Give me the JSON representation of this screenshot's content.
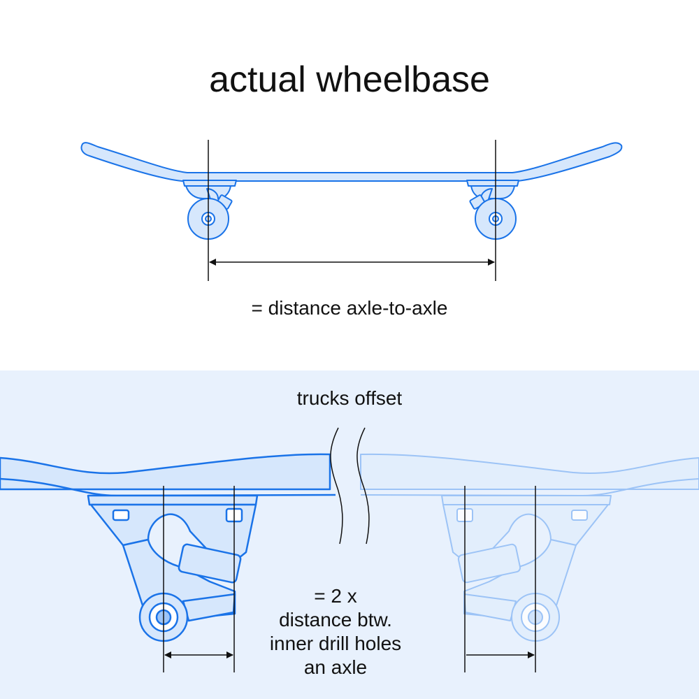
{
  "title": "actual wheelbase",
  "top_caption": "= distance axle-to-axle",
  "bottom_title": "trucks offset",
  "bottom_caption": [
    "= 2 x",
    "distance btw.",
    "inner drill holes",
    "an axle"
  ],
  "colors": {
    "stroke": "#1a73e8",
    "fill": "#cfe2fb",
    "bottom_panel": "#e8f1fd",
    "dimension": "#111111"
  }
}
